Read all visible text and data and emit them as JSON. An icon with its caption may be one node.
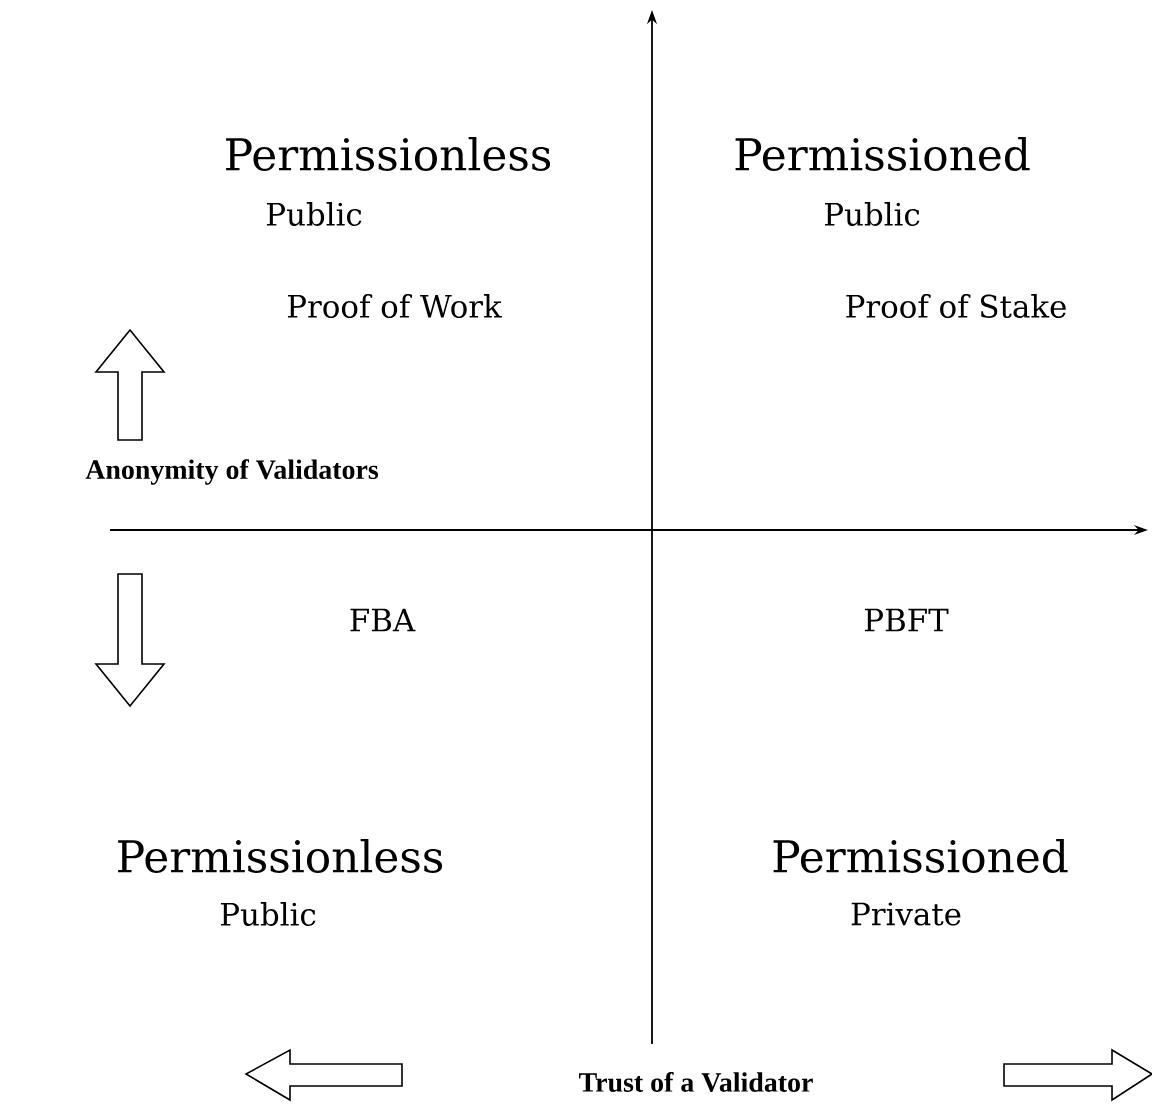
{
  "diagram": {
    "labels": [
      "Permissionless",
      "Public",
      "Proof of Work",
      "Permissioned",
      "Public",
      "Proof of Stake",
      "Anonymity of Validators",
      "FBA",
      "PBFT",
      "Permissionless",
      "Public",
      "Permissioned",
      "Private",
      "Trust of a Validator"
    ]
  }
}
